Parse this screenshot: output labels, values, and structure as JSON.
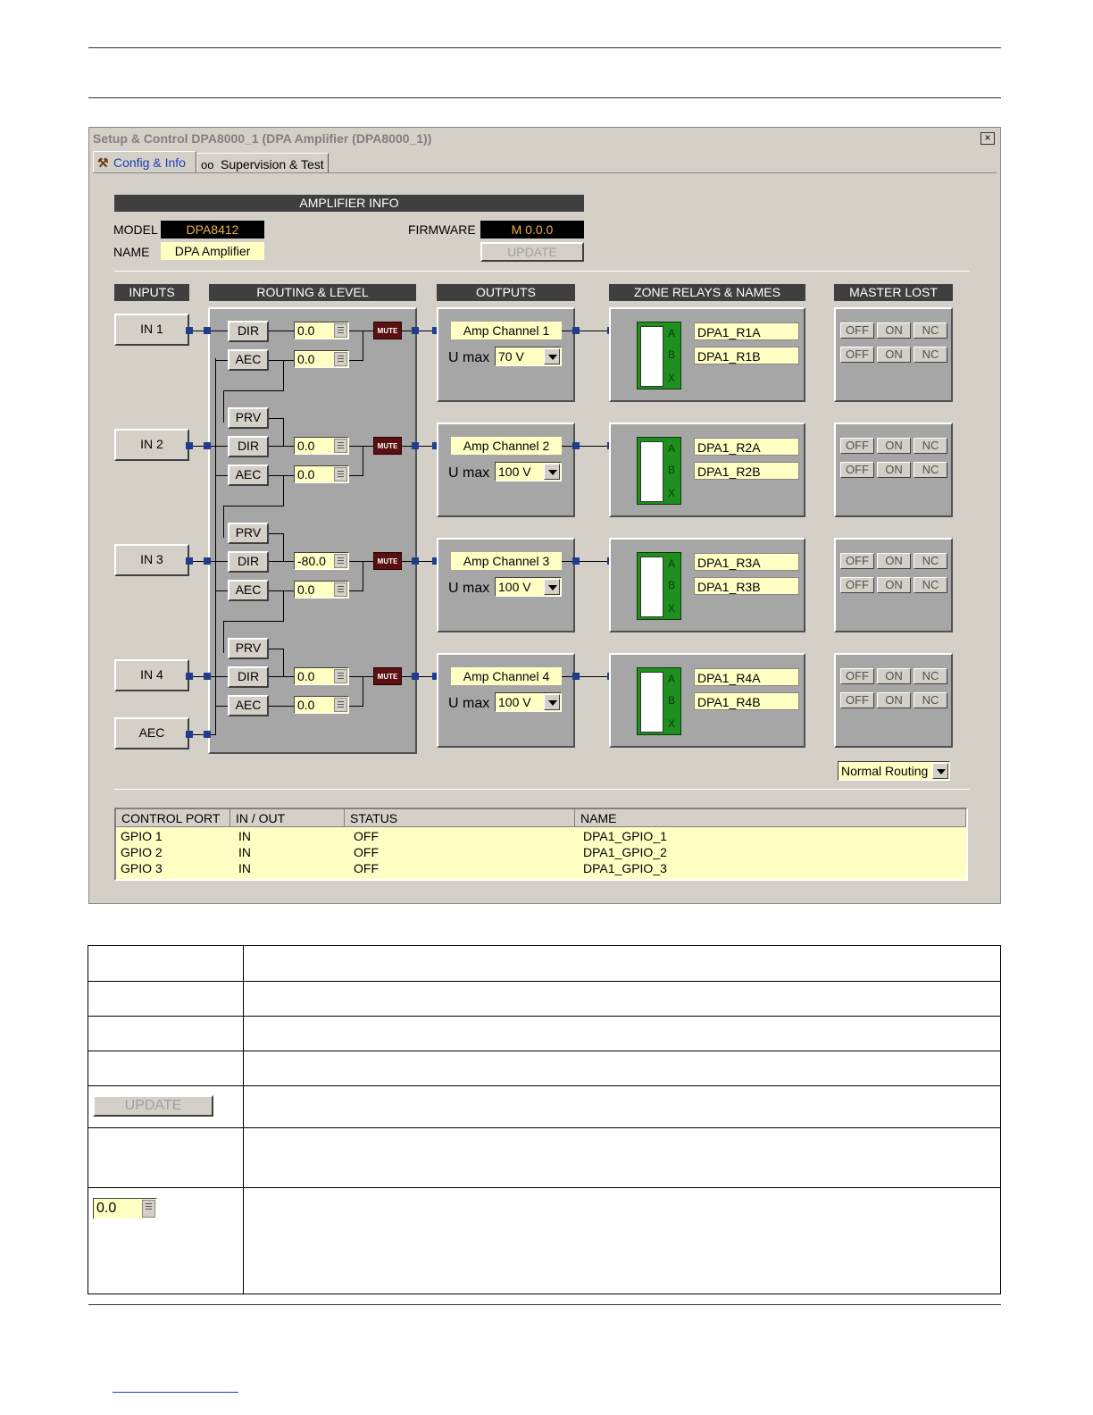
{
  "window": {
    "title": "Setup & Control DPA8000_1 (DPA Amplifier (DPA8000_1))",
    "close_glyph": "×"
  },
  "tabs": [
    {
      "label": "Config & Info",
      "icon": "hammer-icon"
    },
    {
      "label": "Supervision & Test",
      "icon": "glasses-icon"
    }
  ],
  "amp_info": {
    "header": "AMPLIFIER INFO",
    "model_label": "MODEL",
    "model_value": "DPA8412",
    "name_label": "NAME",
    "name_value": "DPA Amplifier",
    "firmware_label": "FIRMWARE",
    "firmware_value": "M 0.0.0",
    "update_label": "UPDATE"
  },
  "sections": {
    "inputs": "INPUTS",
    "routing": "ROUTING & LEVEL",
    "outputs": "OUTPUTS",
    "zones": "ZONE RELAYS & NAMES",
    "master": "MASTER LOST"
  },
  "inputs": [
    "IN 1",
    "IN 2",
    "IN 3",
    "IN 4",
    "AEC"
  ],
  "routing": {
    "dir": "DIR",
    "aec": "AEC",
    "prv": "PRV",
    "mute": "MUTE",
    "channels": [
      {
        "dir_level": "0.0",
        "aec_level": "0.0"
      },
      {
        "dir_level": "0.0",
        "aec_level": "0.0"
      },
      {
        "dir_level": "-80.0",
        "aec_level": "0.0"
      },
      {
        "dir_level": "0.0",
        "aec_level": "0.0"
      }
    ]
  },
  "outputs": {
    "umax_label": "U max",
    "channels": [
      {
        "name": "Amp Channel 1",
        "umax": "70 V"
      },
      {
        "name": "Amp Channel 2",
        "umax": "100 V"
      },
      {
        "name": "Amp Channel 3",
        "umax": "100 V"
      },
      {
        "name": "Amp Channel 4",
        "umax": "100 V"
      }
    ]
  },
  "zones": {
    "relay_letters": [
      "A",
      "B",
      "X"
    ],
    "channels": [
      {
        "a": "DPA1_R1A",
        "b": "DPA1_R1B"
      },
      {
        "a": "DPA1_R2A",
        "b": "DPA1_R2B"
      },
      {
        "a": "DPA1_R3A",
        "b": "DPA1_R3B"
      },
      {
        "a": "DPA1_R4A",
        "b": "DPA1_R4B"
      }
    ]
  },
  "master_lost": {
    "off": "OFF",
    "on": "ON",
    "nc": "NC"
  },
  "routing_mode": "Normal Routing",
  "gpio": {
    "headers": [
      "CONTROL PORT",
      "IN / OUT",
      "STATUS",
      "NAME"
    ],
    "rows": [
      [
        "GPIO 1",
        "IN",
        "OFF",
        "DPA1_GPIO_1"
      ],
      [
        "GPIO 2",
        "IN",
        "OFF",
        "DPA1_GPIO_2"
      ],
      [
        "GPIO 3",
        "IN",
        "OFF",
        "DPA1_GPIO_3"
      ]
    ]
  },
  "desc_table": {
    "update_label": "UPDATE",
    "spin_value": "0.0"
  }
}
